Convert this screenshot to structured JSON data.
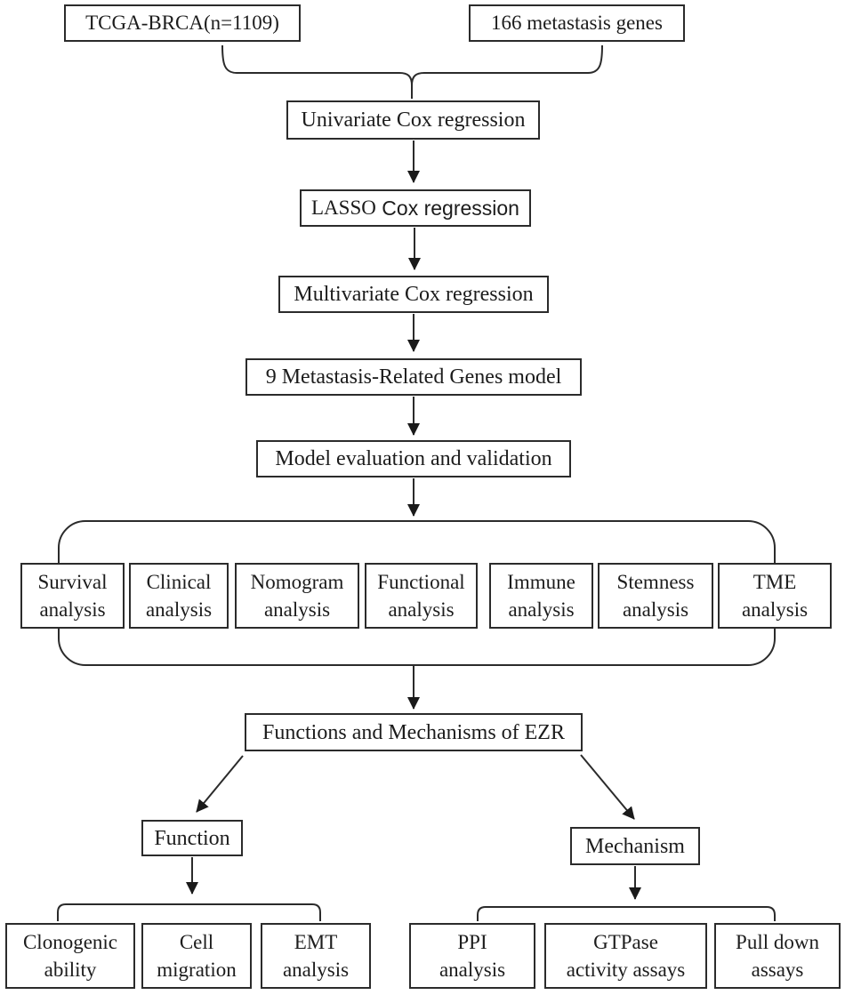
{
  "diagram": {
    "inputs": {
      "tcga": "TCGA-BRCA(n=1109)",
      "metastasis_genes": "166 metastasis genes"
    },
    "pipeline": {
      "univariate": "Univariate Cox regression",
      "lasso_prefix": "LASSO",
      "lasso_suffix": "Cox regression",
      "multivariate": "Multivariate Cox regression",
      "mrg_model": "9 Metastasis-Related Genes model",
      "evaluation": "Model evaluation and validation"
    },
    "analyses": [
      {
        "line1": "Survival",
        "line2": "analysis"
      },
      {
        "line1": "Clinical",
        "line2": "analysis"
      },
      {
        "line1": "Nomogram",
        "line2": "analysis"
      },
      {
        "line1": "Functional",
        "line2": "analysis"
      },
      {
        "line1": "Immune",
        "line2": "analysis"
      },
      {
        "line1": "Stemness",
        "line2": "analysis"
      },
      {
        "line1": "TME",
        "line2": "analysis"
      }
    ],
    "ezr": "Functions and Mechanisms of EZR",
    "function_branch": {
      "title": "Function",
      "items": [
        {
          "line1": "Clonogenic",
          "line2": "ability"
        },
        {
          "line1": "Cell",
          "line2": "migration"
        },
        {
          "line1": "EMT",
          "line2": "analysis"
        }
      ]
    },
    "mechanism_branch": {
      "title": "Mechanism",
      "items": [
        {
          "line1": "PPI",
          "line2": "analysis"
        },
        {
          "line1": "GTPase",
          "line2": "activity assays"
        },
        {
          "line1": "Pull down",
          "line2": "assays"
        }
      ]
    }
  },
  "colors": {
    "stroke": "#2b2b2b",
    "text": "#1c1c1c",
    "background": "#ffffff"
  }
}
